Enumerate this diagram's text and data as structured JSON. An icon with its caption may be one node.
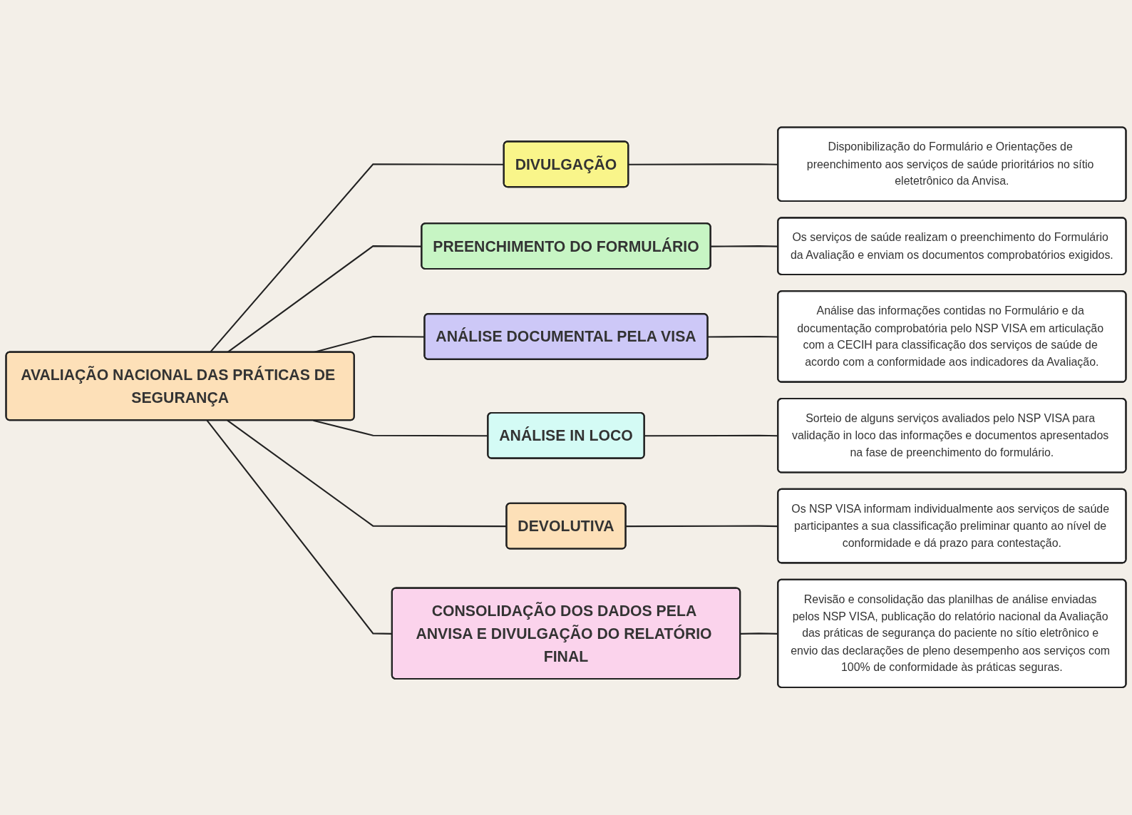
{
  "diagram": {
    "nodes": [
      {
        "text": [
          "AVALIAÇÃO NACIONAL DAS PRÁTICAS DE SEGURANÇA"
        ]
      },
      {
        "text": [
          "DIVULGAÇÃO"
        ]
      },
      {
        "text": [
          "PREENCHIMENTO DO FORMULÁRIO"
        ]
      },
      {
        "text": [
          "ANÁLISE DOCUMENTAL PELA VISA"
        ]
      },
      {
        "text": [
          "ANÁLISE IN LOCO"
        ]
      },
      {
        "text": [
          "DEVOLUTIVA"
        ]
      },
      {
        "text": [
          "CONSOLIDAÇÃO DOS DADOS PELA ANVISA E DIVULGAÇÃO DO RELATÓRIO FINAL"
        ]
      },
      {
        "text": [
          "Disponibilização do Formulário e Orientações de preenchimento aos serviços de saúde prioritários no sítio eletetrônico da Anvisa."
        ]
      },
      {
        "text": [
          "Os serviços de saúde realizam o preenchimento do Formulário da Avaliação e enviam os documentos comprobatórios exigidos."
        ]
      },
      {
        "text": [
          "Análise das informações contidas no Formulário e da documentação comprobatória pelo NSP VISA em articulação com a CECIH para classificação dos serviços de saúde de acordo com a conformidade aos indicadores da Avaliação."
        ]
      },
      {
        "text": [
          "Sorteio de alguns serviços avaliados pelo NSP VISA para validação in loco das informações e documentos apresentados na fase de preenchimento do formulário."
        ]
      },
      {
        "text": [
          "Os NSP VISA informam individualmente aos serviços de saúde participantes a sua classificação preliminar quanto ao nível de conformidade e dá prazo para contestação."
        ]
      },
      {
        "text": [
          "Revisão e consolidação das planilhas de análise enviadas pelos NSP VISA, publicação do relatório nacional da Avaliação das práticas de segurança do paciente no sítio eletrônico e envio das declarações de pleno desempenho aos serviços com 100% de conformidade às práticas seguras."
        ]
      }
    ],
    "edges": [
      {
        "from": 0,
        "to": 1,
        "arrow": "none"
      },
      {
        "from": 0,
        "to": 2,
        "arrow": "none"
      },
      {
        "from": 0,
        "to": 3,
        "arrow": "none"
      },
      {
        "from": 0,
        "to": 4,
        "arrow": "none"
      },
      {
        "from": 0,
        "to": 5,
        "arrow": "none"
      },
      {
        "from": 0,
        "to": 6,
        "arrow": "none"
      },
      {
        "from": 1,
        "to": 7,
        "arrow": "none"
      },
      {
        "from": 2,
        "to": 8,
        "arrow": "none"
      },
      {
        "from": 3,
        "to": 9,
        "arrow": "none"
      },
      {
        "from": 4,
        "to": 10,
        "arrow": "none"
      },
      {
        "from": 5,
        "to": 11,
        "arrow": "none"
      },
      {
        "from": 6,
        "to": 12,
        "arrow": "none"
      }
    ]
  }
}
